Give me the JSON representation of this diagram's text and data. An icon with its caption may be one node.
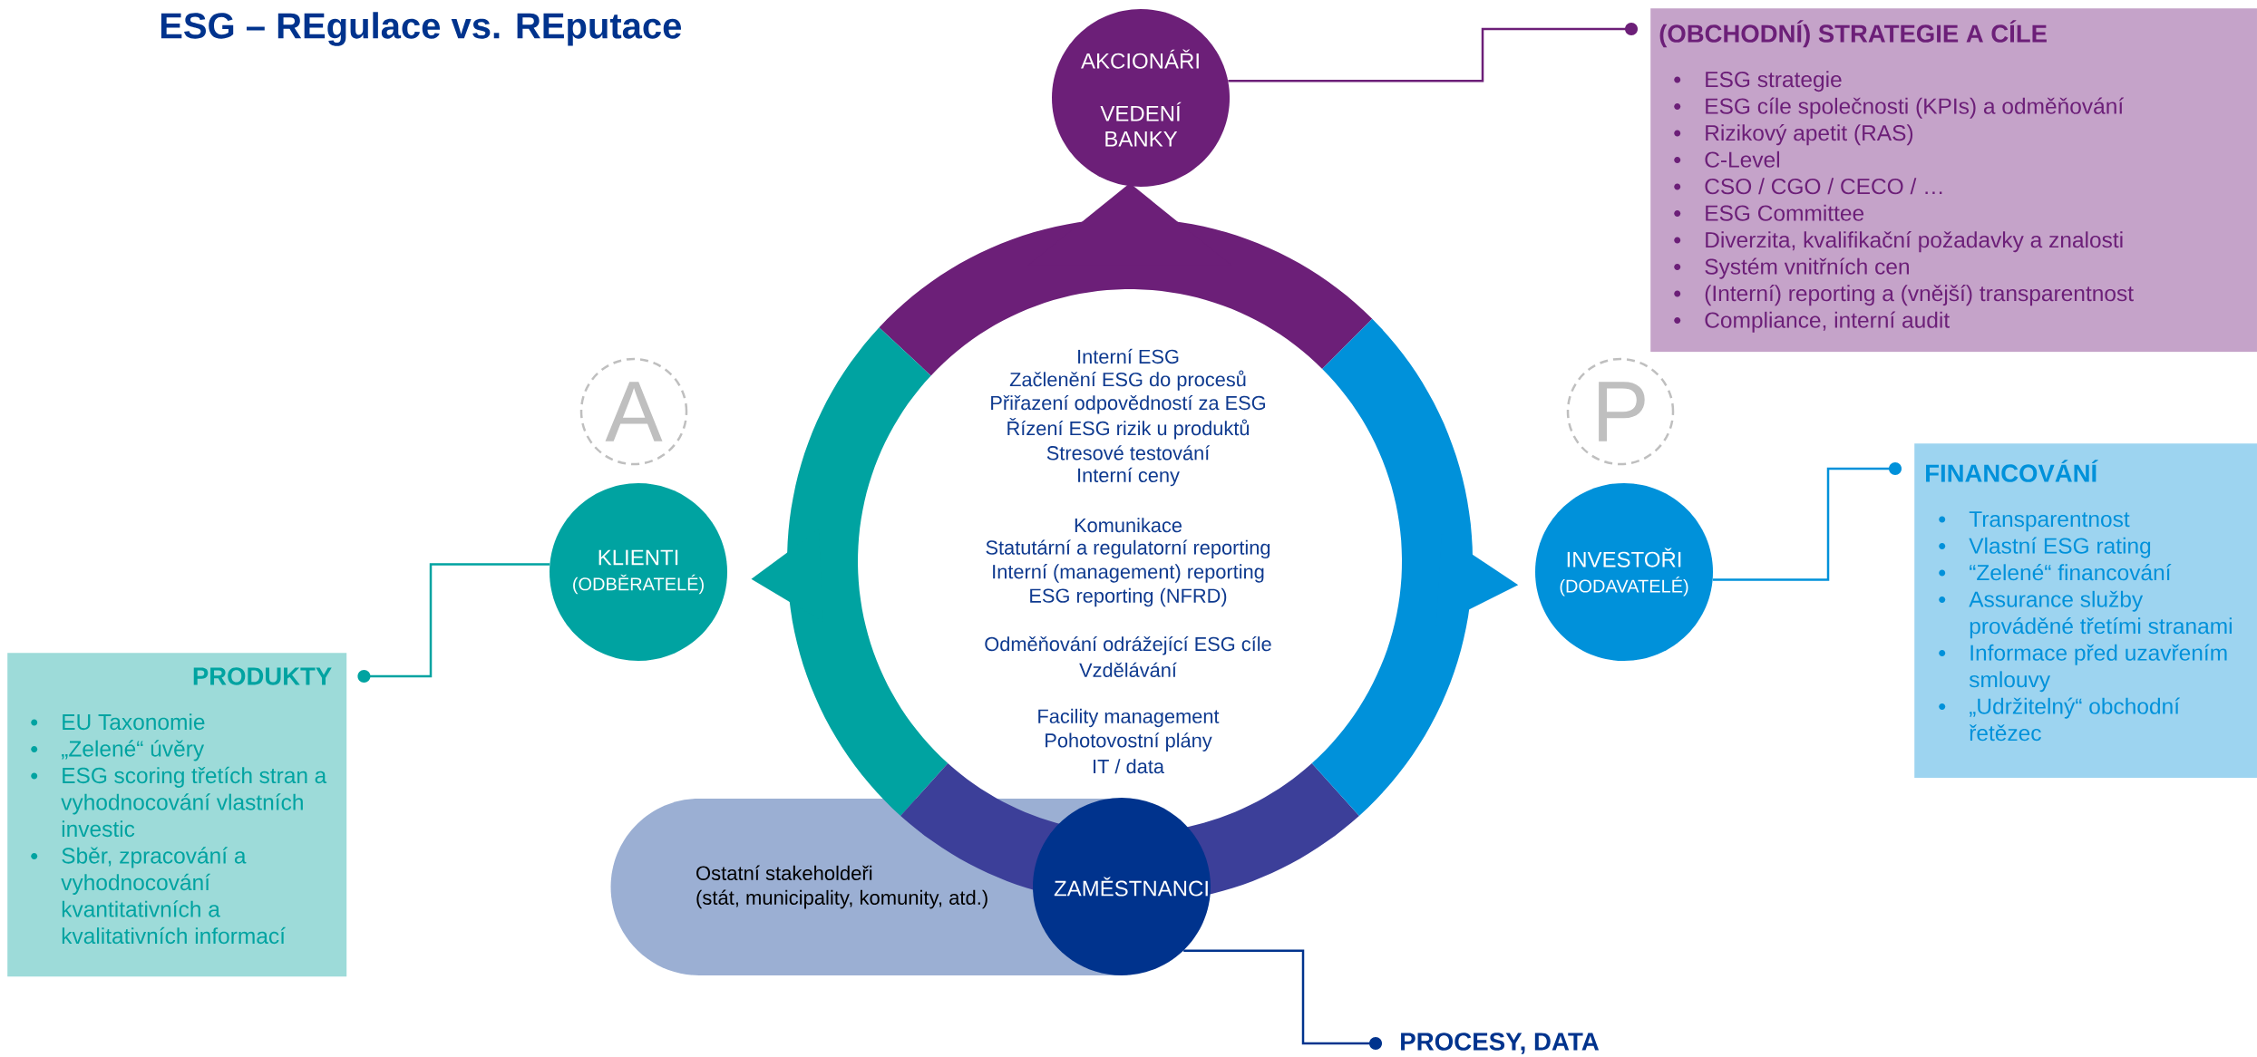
{
  "diagram": {
    "title": "ESG – REgulace vs. REputace",
    "nodes": [
      {
        "text": [
          "AKCIONÁŘI",
          "VEDENÍ BANKY"
        ]
      },
      {
        "text": [
          "(OBCHODNÍ) STRATEGIE A CÍLE",
          "ESG strategie",
          "ESG cíle společnosti (KPIs) a odměňování",
          "Rizikový apetit (RAS)",
          "C-Level",
          "CSO / CGO / CECO / …",
          "ESG Committee",
          "Diverzita, kvalifikační požadavky a znalosti",
          "Systém vnitřních cen",
          "(Interní) reporting a (vnější) transparentnost",
          "Compliance, interní audit"
        ]
      },
      {
        "text": [
          "A"
        ]
      },
      {
        "text": [
          "P"
        ]
      },
      {
        "text": [
          "KLIENTI",
          "(ODBĚRATELÉ)"
        ]
      },
      {
        "text": [
          "INVESTOŘI",
          "(DODAVATELÉ)"
        ]
      },
      {
        "text": [
          "FINANCOVÁNÍ",
          "Transparentnost",
          "Vlastní ESG rating",
          "“Zelené“ financování",
          "Assurance služby prováděné třetími stranami",
          "Informace před uzavřením smlouvy",
          "„Udržitelný“ obchodní řetězec"
        ]
      },
      {
        "text": [
          "PRODUKTY",
          "EU Taxonomie",
          "„Zelené“ úvěry",
          "ESG scoring třetích stran a vyhodnocování vlastních investic",
          "Sběr, zpracování a vyhodnocování kvantitativních a kvalitativních informací"
        ]
      },
      {
        "text": [
          "Ostatní stakeholdeři",
          "(stát, municipality, komunity, atd.)"
        ]
      },
      {
        "text": [
          "ZAMĚSTNANCI"
        ]
      },
      {
        "text": [
          "PROCESY, DATA"
        ]
      }
    ],
    "edges": [
      {
        "from": 0,
        "to": 1,
        "arrow": "other",
        "color": "#6c1f78"
      },
      {
        "from": 4,
        "to": 7,
        "arrow": "other",
        "color": "#00a3a1"
      },
      {
        "from": 5,
        "to": 6,
        "arrow": "other",
        "color": "#0091da"
      },
      {
        "from": 9,
        "to": 10,
        "arrow": "other",
        "color": "#00338d"
      }
    ],
    "labels": [
      "Interní ESG",
      "Začlenění ESG do procesů",
      "Přiřazení odpovědností za ESG",
      "Řízení ESG rizik u produktů",
      "Stresové testování",
      "Interní ceny",
      "Komunikace",
      "Statutární a regulatorní reporting",
      "Interní (management) reporting",
      "ESG reporting (NFRD)",
      "Odměňování odrážející ESG cíle",
      "Vzdělávání",
      "Facility management",
      "Pohotovostní plány",
      "IT / data"
    ]
  }
}
